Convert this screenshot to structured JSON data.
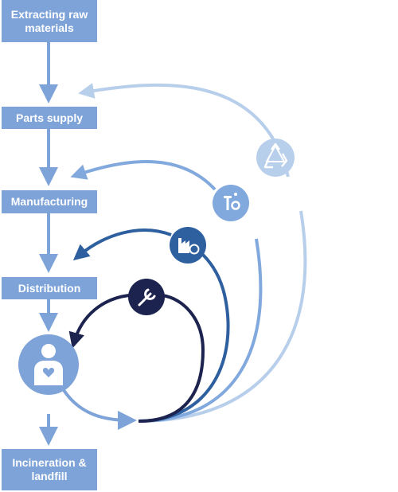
{
  "stages": [
    {
      "id": "extracting",
      "label": "Extracting raw materials"
    },
    {
      "id": "parts",
      "label": "Parts supply"
    },
    {
      "id": "manufacturing",
      "label": "Manufacturing"
    },
    {
      "id": "distribution",
      "label": "Distribution"
    },
    {
      "id": "incineration",
      "label": "Incineration & landfill"
    }
  ],
  "loops": [
    {
      "id": "recycle",
      "icon": "recycle-icon",
      "returns_to": "parts",
      "color": "#b8cfec"
    },
    {
      "id": "parts-harvesting",
      "icon": "tools-gear-icon",
      "returns_to": "manufacturing",
      "color": "#82a9dd"
    },
    {
      "id": "refurbish",
      "icon": "factory-refresh-icon",
      "returns_to": "distribution",
      "color": "#2e5f9f"
    },
    {
      "id": "repair",
      "icon": "wrench-icon",
      "returns_to": "user",
      "color": "#1c234f"
    }
  ],
  "user": {
    "icon": "user-heart-icon",
    "color": "#7ea3d8"
  },
  "colors": {
    "stage_box": "#7ea3d8",
    "flow_arrow": "#7ea3d8",
    "text": "#ffffff"
  }
}
